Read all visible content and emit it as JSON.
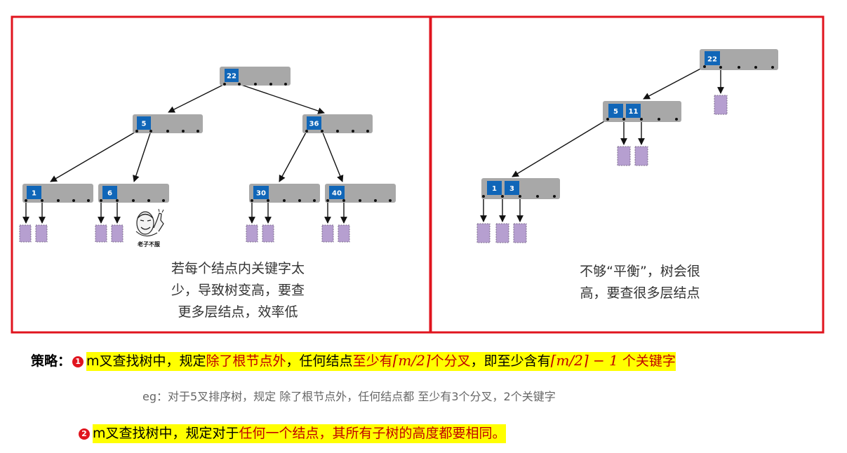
{
  "left_panel": {
    "root": "22",
    "level2": [
      "5",
      "36"
    ],
    "level3": [
      "1",
      "6",
      "30",
      "40"
    ],
    "meme_caption": "老子不服",
    "caption_lines": [
      "若每个结点内关键字太",
      "少，导致树变高，要查",
      "更多层结点，效率低"
    ]
  },
  "right_panel": {
    "root": "22",
    "level2_keys": [
      "5",
      "11"
    ],
    "level3_keys": [
      "1",
      "3"
    ],
    "caption_lines": [
      "不够“平衡”，树会很",
      "高，要查很多层结点"
    ]
  },
  "strategy": {
    "label": "策略：",
    "rule1": {
      "badge": "1",
      "p1": "m叉查找树中，规定",
      "p2": "除了根节点外",
      "p3": "，任何结点",
      "p4": "至少有",
      "math1": "⌈m/2⌉",
      "p5": "个分叉",
      "p6": "，即至少含有",
      "math2": "⌈m/2⌉ − 1",
      "p7": " 个关键字"
    },
    "example": "eg：对于5叉排序树，规定 除了根节点外，任何结点都 至少有3个分叉，2个关键字",
    "rule2": {
      "badge": "2",
      "p1": "m叉查找树中，规定对于",
      "p2": "任何一个结点，其所有子树的高度都要相同。"
    }
  },
  "colors": {
    "frame": "#e0141e",
    "node_fill": "#a8a8a8",
    "key_fill": "#1066b8",
    "leaf_fill": "#b69fd0",
    "highlight": "#ffff00",
    "emphasis": "#c00000"
  }
}
